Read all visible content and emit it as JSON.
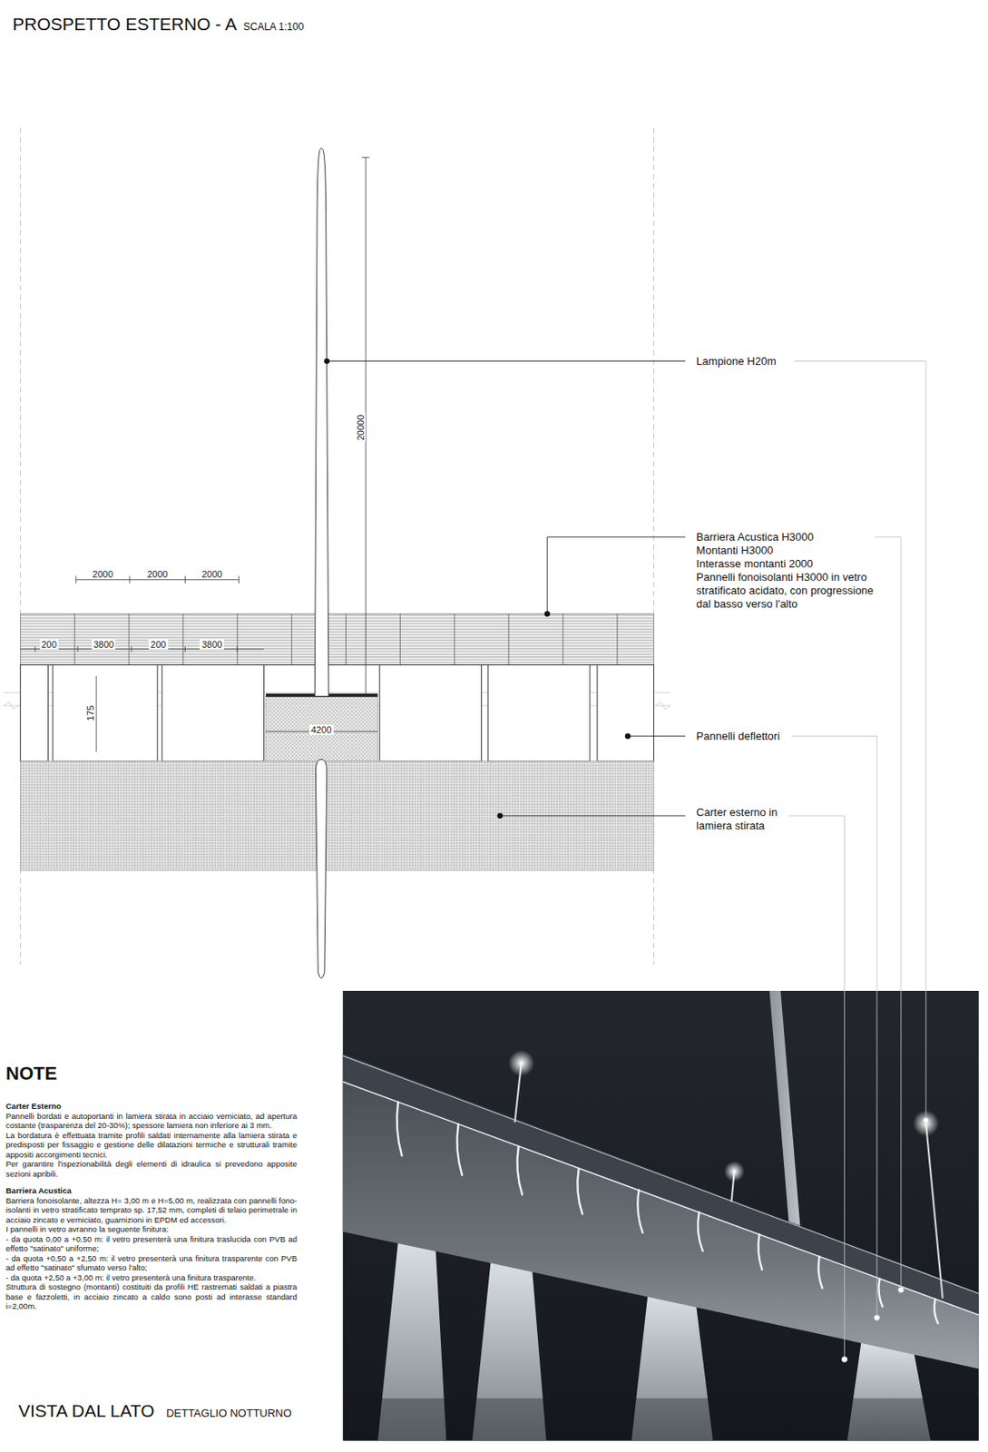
{
  "diagram": {
    "title": "PROSPETTO ESTERNO - A",
    "labels": [
      "SCALA 1:100",
      "Lampione H20m",
      "20000",
      "2000",
      "2000",
      "2000",
      "200",
      "3800",
      "200",
      "3800",
      "175",
      "4200",
      "Barriera Acustica H3000",
      "Montanti H3000",
      "Interasse montanti 2000",
      "Pannelli fonoisolanti H3000 in vetro stratificato acidato, con progressione dal basso verso l'alto",
      "Pannelli deflettori",
      "Carter esterno in lamiera stirata",
      "NOTE",
      "Carter Esterno",
      "Pannelli bordati e autoportanti in lamiera stirata in acciaio verniciato, ad apertura costante (trasparenza del 20-30%); spessore lamiera non inferiore ai 3 mm.",
      "La bordatura è effettuata tramite profili saldati internamente alla lamiera stirata e predisposti per fissaggio e gestione delle dilatazioni termiche e strutturali tramite appositi accorgimenti tecnici.",
      "Per garantire l'ispezionabilità degli elementi di idraulica si prevedono apposite sezioni apribili.",
      "Barriera Acustica",
      "Barriera fonoisolante, altezza H= 3,00 m e H=5,00 m, realizzata con pannelli fono-isolanti in vetro stratificato temprato sp. 17,52 mm, completi di telaio perimetrale in acciaio zincato e verniciato, guarnizioni in EPDM ed accessori.",
      "I pannelli in vetro avranno la seguente finitura:",
      "- da quota 0,00 a +0,50 m: il vetro presenterà una finitura traslucida con PVB ad effetto \"satinato\" uniforme;",
      "- da quota +0,50 a +2,50 m: il vetro presenterà una finitura trasparente con PVB ad effetto \"satinato\" sfumato verso l'alto;",
      "- da quota +2,50 a +3,00 m: il vetro presenterà una finitura trasparente.",
      "Struttura di sostegno (montanti) costituiti da profili HE rastremati saldati a piastra base e fazzoletti, in acciaio zincato a caldo sono posti ad interasse standard i=2,00m.",
      "VISTA DAL LATO",
      "DETTAGLIO NOTTURNO"
    ]
  }
}
